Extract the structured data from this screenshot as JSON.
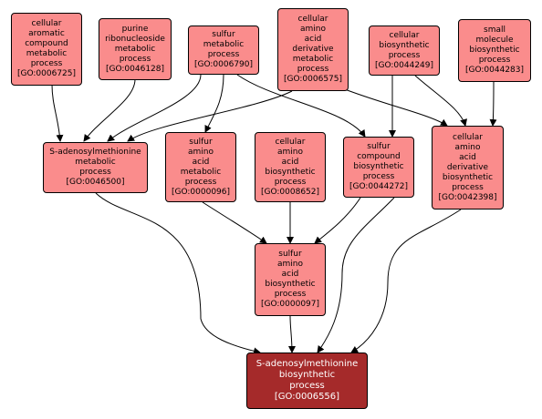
{
  "colors": {
    "node_fill": "#fa8c8c",
    "target_fill": "#a52a2a",
    "edge": "#000000"
  },
  "nodes": {
    "n6725": {
      "name": "cellular\naromatic\ncompound\nmetabolic\nprocess",
      "id": "[GO:0006725]"
    },
    "n46128": {
      "name": "purine\nribonucleoside\nmetabolic\nprocess",
      "id": "[GO:0046128]"
    },
    "n6790": {
      "name": "sulfur\nmetabolic\nprocess",
      "id": "[GO:0006790]"
    },
    "n6575": {
      "name": "cellular\namino\nacid\nderivative\nmetabolic\nprocess",
      "id": "[GO:0006575]"
    },
    "n44249": {
      "name": "cellular\nbiosynthetic\nprocess",
      "id": "[GO:0044249]"
    },
    "n44283": {
      "name": "small\nmolecule\nbiosynthetic\nprocess",
      "id": "[GO:0044283]"
    },
    "n46500": {
      "name": "S-adenosylmethionine\nmetabolic\nprocess",
      "id": "[GO:0046500]"
    },
    "n96": {
      "name": "sulfur\namino\nacid\nmetabolic\nprocess",
      "id": "[GO:0000096]"
    },
    "n8652": {
      "name": "cellular\namino\nacid\nbiosynthetic\nprocess",
      "id": "[GO:0008652]"
    },
    "n44272": {
      "name": "sulfur\ncompound\nbiosynthetic\nprocess",
      "id": "[GO:0044272]"
    },
    "n42398": {
      "name": "cellular\namino\nacid\nderivative\nbiosynthetic\nprocess",
      "id": "[GO:0042398]"
    },
    "n97": {
      "name": "sulfur\namino\nacid\nbiosynthetic\nprocess",
      "id": "[GO:0000097]"
    },
    "n6556": {
      "name": "S-adenosylmethionine\nbiosynthetic\nprocess",
      "id": "[GO:0006556]"
    }
  }
}
